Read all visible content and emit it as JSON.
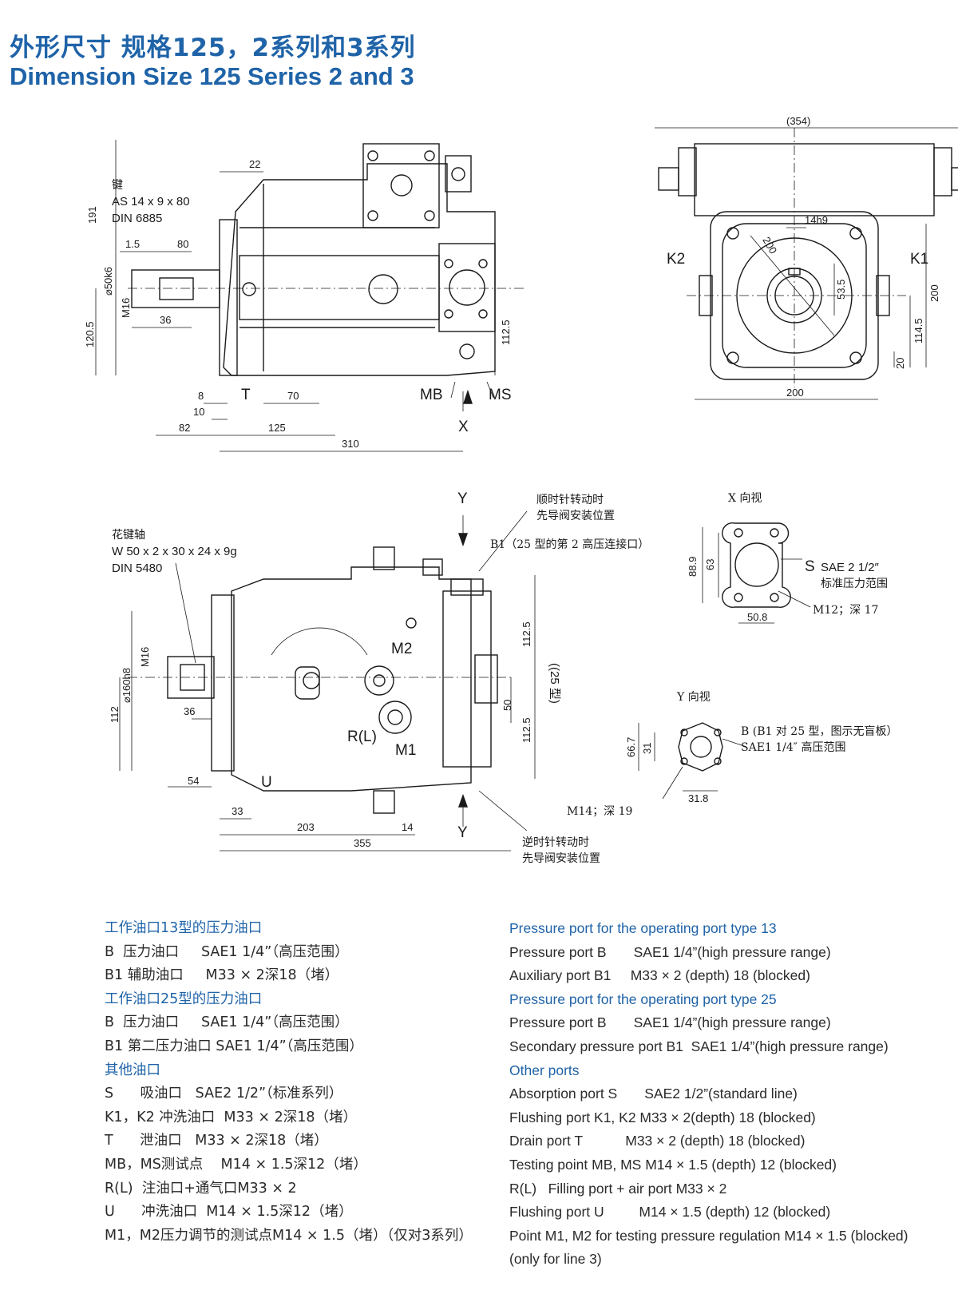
{
  "title": {
    "cn": "外形尺寸  规格125，2系列和3系列",
    "en": "Dimension  Size 125 Series 2 and 3"
  },
  "colors": {
    "accent": "#1f63a8",
    "line": "#1a1a1a"
  },
  "drawing1": {
    "key_label": [
      "键",
      "AS 14 x 9 x 80",
      "DIN 6885"
    ],
    "dims": {
      "d22": "22",
      "d191": "191",
      "d1_5": "1.5",
      "d80": "80",
      "d50k6": "⌀50k6",
      "dM16": "M16",
      "d36": "36",
      "d120_5": "120.5",
      "d112_5": "112.5",
      "d8": "8",
      "d10": "10",
      "d82": "82",
      "d70": "70",
      "d125": "125",
      "d310": "310"
    },
    "ports": {
      "T": "T",
      "MB": "MB",
      "MS": "MS",
      "X": "X"
    }
  },
  "drawing2": {
    "dims": {
      "d354": "(354)",
      "d14h9": "14h9",
      "d200a": "200",
      "d53_5": "53.5",
      "d200b": "200",
      "d114_5": "114.5",
      "d20": "20",
      "d200c": "200"
    },
    "ports": {
      "K2": "K2",
      "K1": "K1"
    }
  },
  "drawing3": {
    "spline_label": [
      "花键轴",
      "W 50 x 2 x 30 x 24 x 9g",
      "DIN 5480"
    ],
    "notes": {
      "cw": [
        "顺时针转动时",
        "先导阀安装位置"
      ],
      "b1": "B1（25 型的第 2 高压连接口）",
      "ccw": [
        "逆时针转动时",
        "先导阀安装位置"
      ]
    },
    "dims": {
      "d112_5a": "112.5",
      "d25type": "((25 型)",
      "d50": "50",
      "d112_5b": "112.5",
      "dM16": "M16",
      "d160h8": "⌀160h8",
      "d36": "36",
      "d112": "112",
      "d54": "54",
      "d33": "33",
      "d203": "203",
      "d14": "14",
      "d355": "355"
    },
    "ports": {
      "Y_top": "Y",
      "Y_bot": "Y",
      "M2": "M2",
      "RL": "R(L)",
      "M1": "M1",
      "U": "U"
    }
  },
  "view_x": {
    "title": "X 向视",
    "s_label": "S",
    "s_spec": [
      "SAE 2 1/2″",
      "标准压力范围"
    ],
    "dims": {
      "d88_9": "88.9",
      "d63": "63",
      "d50_8": "50.8"
    },
    "thread": "M12；深 17"
  },
  "view_y": {
    "title": "Y 向视",
    "b_spec": [
      "B (B1 对 25 型，图示无盲板）",
      "SAE1 1/4″   高压范围"
    ],
    "dims": {
      "d66_7": "66.7",
      "d31": "31",
      "d31_8": "31.8"
    },
    "thread": "M14；深 19"
  },
  "legend_cn": [
    {
      "kind": "hd",
      "text": "工作油口13型的压力油口"
    },
    {
      "kind": "ln",
      "text": "B  压力油口     SAE1 1/4”（高压范围）"
    },
    {
      "kind": "ln",
      "text": "B1 辅助油口     M33 × 2深18（堵）"
    },
    {
      "kind": "hd",
      "text": "工作油口25型的压力油口"
    },
    {
      "kind": "ln",
      "text": "B  压力油口     SAE1 1/4”（高压范围）"
    },
    {
      "kind": "ln",
      "text": "B1 第二压力油口 SAE1 1/4”（高压范围）"
    },
    {
      "kind": "hd",
      "text": "其他油口"
    },
    {
      "kind": "ln",
      "text": "S      吸油口   SAE2 1/2”（标准系列）"
    },
    {
      "kind": "ln",
      "text": "K1，K2 冲洗油口  M33 × 2深18（堵）"
    },
    {
      "kind": "ln",
      "text": "T      泄油口   M33 × 2深18（堵）"
    },
    {
      "kind": "ln",
      "text": "MB，MS测试点    M14 × 1.5深12（堵）"
    },
    {
      "kind": "ln",
      "text": "R(L)  注油口+通气口M33 × 2"
    },
    {
      "kind": "ln",
      "text": "U      冲洗油口  M14 × 1.5深12（堵）"
    },
    {
      "kind": "ln",
      "text": "M1，M2压力调节的测试点M14 × 1.5（堵）（仅对3系列）"
    }
  ],
  "legend_en": [
    {
      "kind": "hd",
      "text": "Pressure port for the operating port type 13"
    },
    {
      "kind": "ln",
      "text": "Pressure port B       SAE1 1/4”(high pressure range)"
    },
    {
      "kind": "ln",
      "text": "Auxiliary port B1     M33 × 2 (depth) 18 (blocked)"
    },
    {
      "kind": "hd",
      "text": "Pressure port for the operating port type 25"
    },
    {
      "kind": "ln",
      "text": "Pressure port B       SAE1 1/4”(high pressure range)"
    },
    {
      "kind": "ln",
      "text": "Secondary pressure port B1  SAE1 1/4”(high pressure range)"
    },
    {
      "kind": "hd",
      "text": "Other ports"
    },
    {
      "kind": "ln",
      "text": "Absorption port S       SAE2 1/2”(standard line)"
    },
    {
      "kind": "ln",
      "text": "Flushing port K1, K2 M33 × 2(depth) 18 (blocked)"
    },
    {
      "kind": "ln",
      "text": "Drain port T           M33 × 2 (depth) 18 (blocked)"
    },
    {
      "kind": "ln",
      "text": "Testing point MB, MS M14 × 1.5 (depth) 12 (blocked)"
    },
    {
      "kind": "ln",
      "text": "R(L)   Filling port + air port M33 × 2"
    },
    {
      "kind": "ln",
      "text": "Flushing port U         M14 × 1.5 (depth) 12 (blocked)"
    },
    {
      "kind": "ln",
      "text": "Point M1, M2 for testing pressure regulation M14 × 1.5 (blocked)"
    },
    {
      "kind": "ln",
      "text": "(only for line 3)"
    }
  ]
}
